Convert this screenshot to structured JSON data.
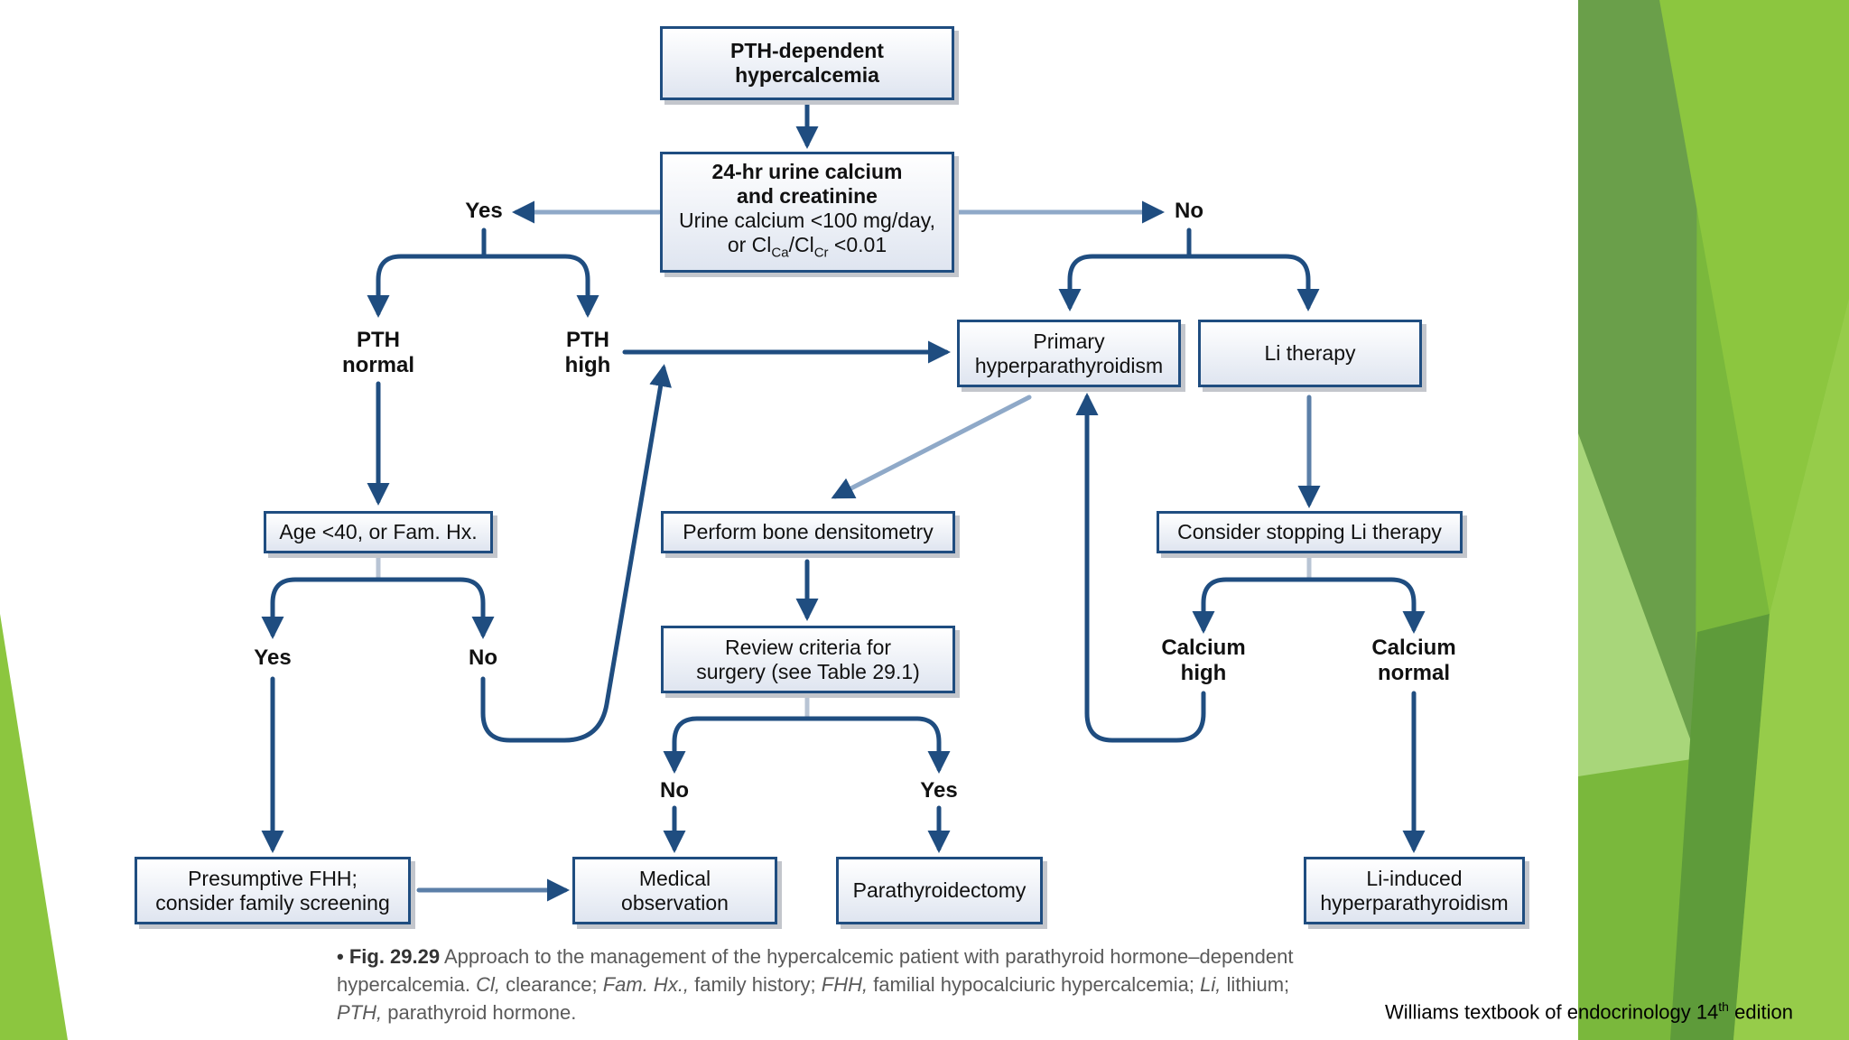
{
  "boxes": {
    "start_l1": "PTH-dependent",
    "start_l2": "hypercalcemia",
    "urine_l1": "24-hr urine calcium",
    "urine_l2": "and creatinine",
    "urine_l3": "Urine calcium <100 mg/day,",
    "urine_l4_pre": "or Cl",
    "urine_l4_sub1": "Ca",
    "urine_l4_mid": "/Cl",
    "urine_l4_sub2": "Cr",
    "urine_l4_post": " <0.01",
    "primary_l1": "Primary",
    "primary_l2": "hyperparathyroidism",
    "li_therapy": "Li therapy",
    "age": "Age <40, or Fam. Hx.",
    "bone": "Perform bone densitometry",
    "review_l1": "Review criteria for",
    "review_l2": "surgery (see Table 29.1)",
    "stop_li": "Consider stopping Li therapy",
    "fhh_l1": "Presumptive FHH;",
    "fhh_l2": "consider family screening",
    "medical_l1": "Medical",
    "medical_l2": "observation",
    "parathyroidectomy": "Parathyroidectomy",
    "li_induced_l1": "Li-induced",
    "li_induced_l2": "hyperparathyroidism"
  },
  "labels": {
    "yes_top": "Yes",
    "no_top": "No",
    "pth_normal_l1": "PTH",
    "pth_normal_l2": "normal",
    "pth_high_l1": "PTH",
    "pth_high_l2": "high",
    "yes_age": "Yes",
    "no_age": "No",
    "no_review": "No",
    "yes_review": "Yes",
    "ca_high_l1": "Calcium",
    "ca_high_l2": "high",
    "ca_normal_l1": "Calcium",
    "ca_normal_l2": "normal"
  },
  "caption": {
    "bullet": "•",
    "fig": "Fig. 29.29",
    "t1": " Approach to the management of the hypercalcemic patient with parathyroid hormone–dependent hypercalcemia. ",
    "cl": "Cl,",
    "t2": " clearance; ",
    "famhx": "Fam. Hx.,",
    "t3": " family history; ",
    "fhh": "FHH,",
    "t4": " familial hypocalciuric hypercalcemia; ",
    "li": "Li,",
    "t5": " lithium; ",
    "pth": "PTH,",
    "t6": " parathyroid hormone."
  },
  "credit": {
    "pre": "Williams textbook of endocrinology 14",
    "sup": "th",
    "post": " edition"
  },
  "colors": {
    "arrow": "#1f4d80",
    "box_border": "#1f4d80",
    "green_light": "#8cc63f",
    "green_mid": "#76b33a",
    "green_dark": "#5e9b3a"
  }
}
